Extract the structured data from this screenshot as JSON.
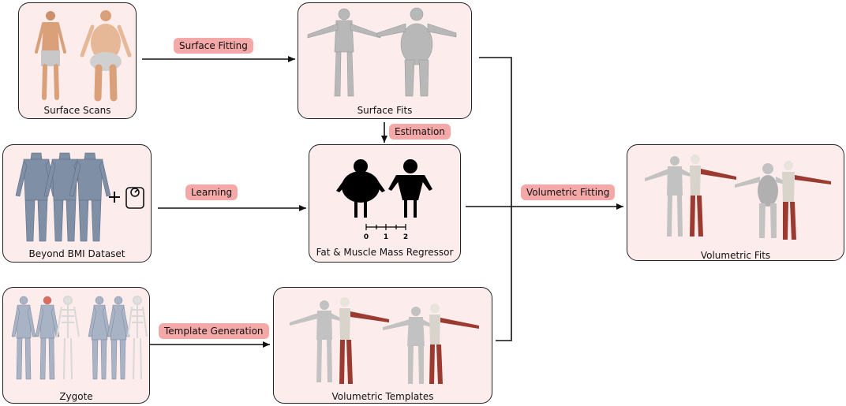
{
  "nodes": {
    "surface_scans": "Surface Scans",
    "surface_fits": "Surface Fits",
    "beyond_bmi": "Beyond BMI Dataset",
    "regressor": "Fat & Muscle Mass Regressor",
    "volumetric_fits": "Volumetric Fits",
    "zygote": "Zygote",
    "volumetric_templates": "Volumetric Templates"
  },
  "edges": {
    "surface_fitting": "Surface Fitting",
    "estimation": "Estimation",
    "learning": "Learning",
    "volumetric_fitting": "Volumetric Fitting",
    "template_generation": "Template Generation"
  },
  "scale_ticks": [
    "0",
    "1",
    "2"
  ],
  "colors": {
    "box_fill": "#fdecec",
    "tag_fill": "#f4a8a8",
    "muscle": "#9b3a30",
    "body_gray": "#b8b8b8",
    "body_blue": "#7f8fa6",
    "skin": "#d9a07a"
  }
}
